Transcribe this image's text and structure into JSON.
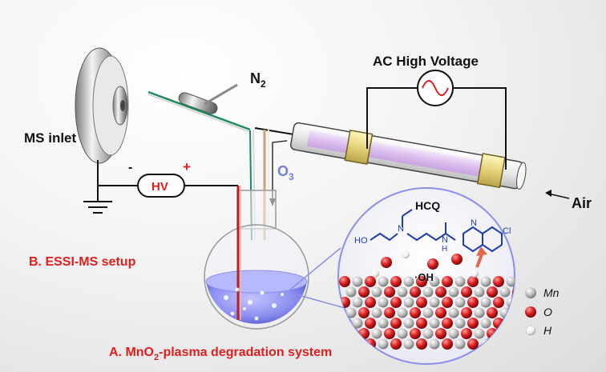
{
  "labels": {
    "ms_inlet": "MS inlet",
    "n2": "N",
    "n2_sub": "2",
    "ac_high_voltage": "AC High Voltage",
    "o3": "O",
    "o3_sub": "3",
    "air": "Air",
    "hv": "HV",
    "minus": "-",
    "plus": "+",
    "essi_setup": "B. ESSI-MS setup",
    "degradation_prefix": "A. MnO",
    "degradation_sub": "2",
    "degradation_suffix": "-plasma degradation system",
    "hcq": "HCQ",
    "oh_radical": "·OH",
    "mol_n1": "N",
    "mol_n2": "N",
    "mol_n3": "N",
    "mol_ho": "HO",
    "mol_h": "H",
    "mol_cl": "Cl"
  },
  "legend": [
    {
      "symbol": "Mn",
      "color": "#bdbdbd"
    },
    {
      "symbol": "O",
      "color": "#d81f1f"
    },
    {
      "symbol": "H",
      "color": "#f2f2f2"
    }
  ],
  "colors": {
    "label_red": "#e01e1e",
    "o3_blue": "#6f7fe0",
    "molecule_blue": "#1f3fa8",
    "plasma_purple": "#d9b8ee"
  }
}
